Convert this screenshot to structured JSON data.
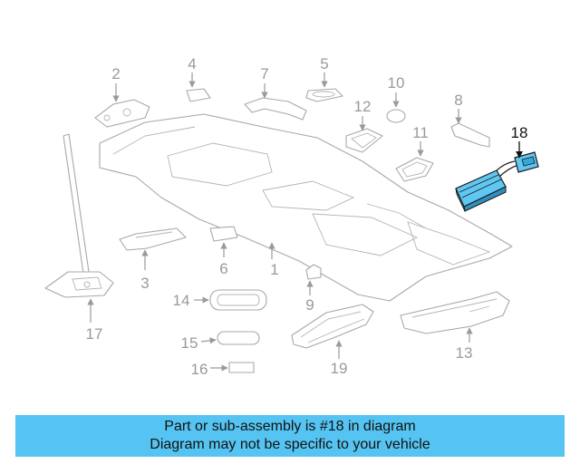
{
  "diagram": {
    "callouts": [
      "1",
      "2",
      "3",
      "4",
      "5",
      "6",
      "7",
      "8",
      "9",
      "10",
      "11",
      "12",
      "13",
      "14",
      "15",
      "16",
      "17",
      "18",
      "19"
    ],
    "highlight_part": "18",
    "highlight_color": "#5fc7f1",
    "part_outline_color": "#a8a8a8"
  },
  "banner": {
    "line1": "Part or sub-assembly is #18 in diagram",
    "line2": "Diagram may not be specific to your vehicle",
    "background": "#56c4f2"
  }
}
